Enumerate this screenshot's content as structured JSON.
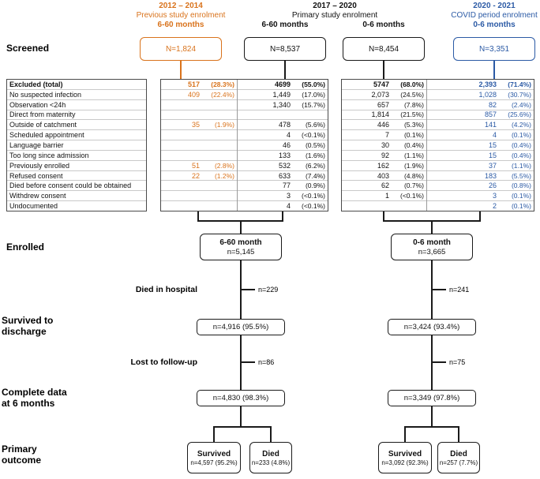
{
  "colors": {
    "orange": "#d9731c",
    "blue": "#2b5aa5",
    "line": "#1a1a1a"
  },
  "header": {
    "previous": {
      "years": "2012 – 2014",
      "title": "Previous study enrolment",
      "months": "6-60 months"
    },
    "primary": {
      "years": "2017 – 2020",
      "title": "Primary study enrolment",
      "months_left": "6-60 months",
      "months_right": "0-6 months"
    },
    "covid": {
      "years": "2020 - 2021",
      "title": "COVID period enrolment",
      "months": "0-6 months"
    }
  },
  "screened": {
    "label": "Screened",
    "previous": "N=1,824",
    "primary_6_60": "N=8,537",
    "primary_0_6": "N=8,454",
    "covid": "N=3,351"
  },
  "excluded_table": {
    "rows": [
      {
        "label": "Excluded (total)",
        "bold": true,
        "cells": [
          [
            "517",
            "(28.3%)"
          ],
          [
            "4699",
            "(55.0%)"
          ],
          [
            "5747",
            "(68.0%)"
          ],
          [
            "2,393",
            "(71.4%)"
          ]
        ]
      },
      {
        "label": "No suspected infection",
        "bold": false,
        "cells": [
          [
            "409",
            "(22.4%)"
          ],
          [
            "1,449",
            "(17.0%)"
          ],
          [
            "2,073",
            "(24.5%)"
          ],
          [
            "1,028",
            "(30.7%)"
          ]
        ]
      },
      {
        "label": "Observation <24h",
        "bold": false,
        "cells": [
          [
            "",
            ""
          ],
          [
            "1,340",
            "(15.7%)"
          ],
          [
            "657",
            "(7.8%)"
          ],
          [
            "82",
            "(2.4%)"
          ]
        ]
      },
      {
        "label": "Direct from maternity",
        "bold": false,
        "cells": [
          [
            "",
            ""
          ],
          [
            "",
            ""
          ],
          [
            "1,814",
            "(21.5%)"
          ],
          [
            "857",
            "(25.6%)"
          ]
        ]
      },
      {
        "label": "Outside of catchment",
        "bold": false,
        "cells": [
          [
            "35",
            "(1.9%)"
          ],
          [
            "478",
            "(5.6%)"
          ],
          [
            "446",
            "(5.3%)"
          ],
          [
            "141",
            "(4.2%)"
          ]
        ]
      },
      {
        "label": "Scheduled appointment",
        "bold": false,
        "cells": [
          [
            "",
            ""
          ],
          [
            "4",
            "(<0.1%)"
          ],
          [
            "7",
            "(0.1%)"
          ],
          [
            "4",
            "(0.1%)"
          ]
        ]
      },
      {
        "label": "Language barrier",
        "bold": false,
        "cells": [
          [
            "",
            ""
          ],
          [
            "46",
            "(0.5%)"
          ],
          [
            "30",
            "(0.4%)"
          ],
          [
            "15",
            "(0.4%)"
          ]
        ]
      },
      {
        "label": "Too long since admission",
        "bold": false,
        "cells": [
          [
            "",
            ""
          ],
          [
            "133",
            "(1.6%)"
          ],
          [
            "92",
            "(1.1%)"
          ],
          [
            "15",
            "(0.4%)"
          ]
        ]
      },
      {
        "label": "Previously enrolled",
        "bold": false,
        "cells": [
          [
            "51",
            "(2.8%)"
          ],
          [
            "532",
            "(6.2%)"
          ],
          [
            "162",
            "(1.9%)"
          ],
          [
            "37",
            "(1.1%)"
          ]
        ]
      },
      {
        "label": "Refused consent",
        "bold": false,
        "cells": [
          [
            "22",
            "(1.2%)"
          ],
          [
            "633",
            "(7.4%)"
          ],
          [
            "403",
            "(4.8%)"
          ],
          [
            "183",
            "(5.5%)"
          ]
        ]
      },
      {
        "label": "Died before consent could be obtained",
        "bold": false,
        "cells": [
          [
            "",
            ""
          ],
          [
            "77",
            "(0.9%)"
          ],
          [
            "62",
            "(0.7%)"
          ],
          [
            "26",
            "(0.8%)"
          ]
        ]
      },
      {
        "label": "Withdrew consent",
        "bold": false,
        "cells": [
          [
            "",
            ""
          ],
          [
            "3",
            "(<0.1%)"
          ],
          [
            "1",
            "(<0.1%)"
          ],
          [
            "3",
            "(0.1%)"
          ]
        ]
      },
      {
        "label": "Undocumented",
        "bold": false,
        "cells": [
          [
            "",
            ""
          ],
          [
            "4",
            "(<0.1%)"
          ],
          [
            "",
            ""
          ],
          [
            "2",
            "(0.1%)"
          ]
        ]
      }
    ]
  },
  "enrolled": {
    "label": "Enrolled",
    "left_title": "6-60 month",
    "left_n": "n=5,145",
    "right_title": "0-6 month",
    "right_n": "n=3,665"
  },
  "died_in_hospital": {
    "label": "Died in hospital",
    "left": "n=229",
    "right": "n=241"
  },
  "survived_to_discharge": {
    "label_line1": "Survived to",
    "label_line2": "discharge",
    "left": "n=4,916 (95.5%)",
    "right": "n=3,424 (93.4%)"
  },
  "lost_to_followup": {
    "label": "Lost to follow-up",
    "left": "n=86",
    "right": "n=75"
  },
  "complete_data": {
    "label_line1": "Complete data",
    "label_line2": "at 6 months",
    "left": "n=4,830 (98.3%)",
    "right": "n=3,349 (97.8%)"
  },
  "primary_outcome": {
    "label_line1": "Primary",
    "label_line2": "outcome",
    "left_survived_title": "Survived",
    "left_survived_n": "n=4,597 (95.2%)",
    "left_died_title": "Died",
    "left_died_n": "n=233 (4.8%)",
    "right_survived_title": "Survived",
    "right_survived_n": "n=3,092 (92.3%)",
    "right_died_title": "Died",
    "right_died_n": "n=257 (7.7%)"
  }
}
